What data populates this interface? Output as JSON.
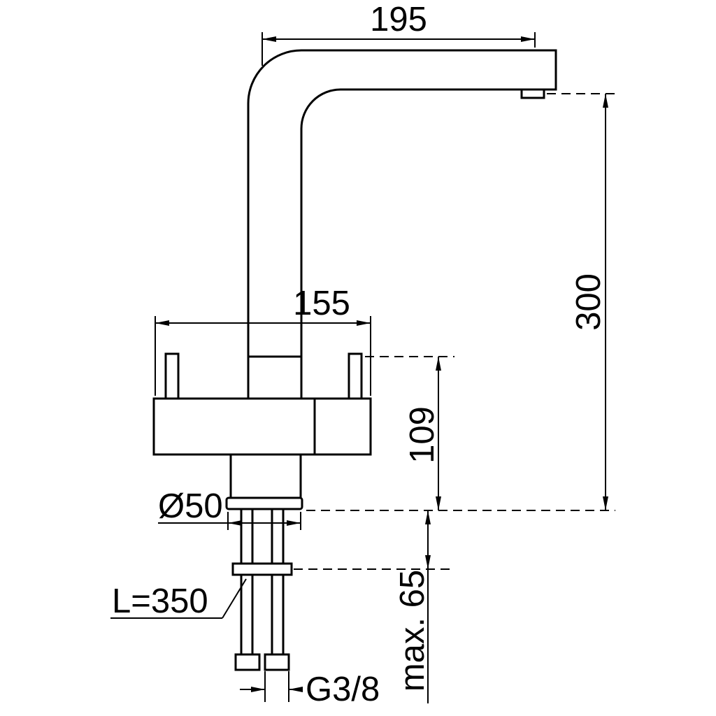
{
  "drawing": {
    "background_color": "#ffffff",
    "line_color": "#000000",
    "labels": {
      "spout_reach": "195",
      "overall_height": "300",
      "body_width": "155",
      "body_to_base_height": "109",
      "base_diameter": "Ø50",
      "hose_length": "L=350",
      "max_mounting_depth": "max. 65",
      "connection_thread": "G3/8"
    }
  }
}
